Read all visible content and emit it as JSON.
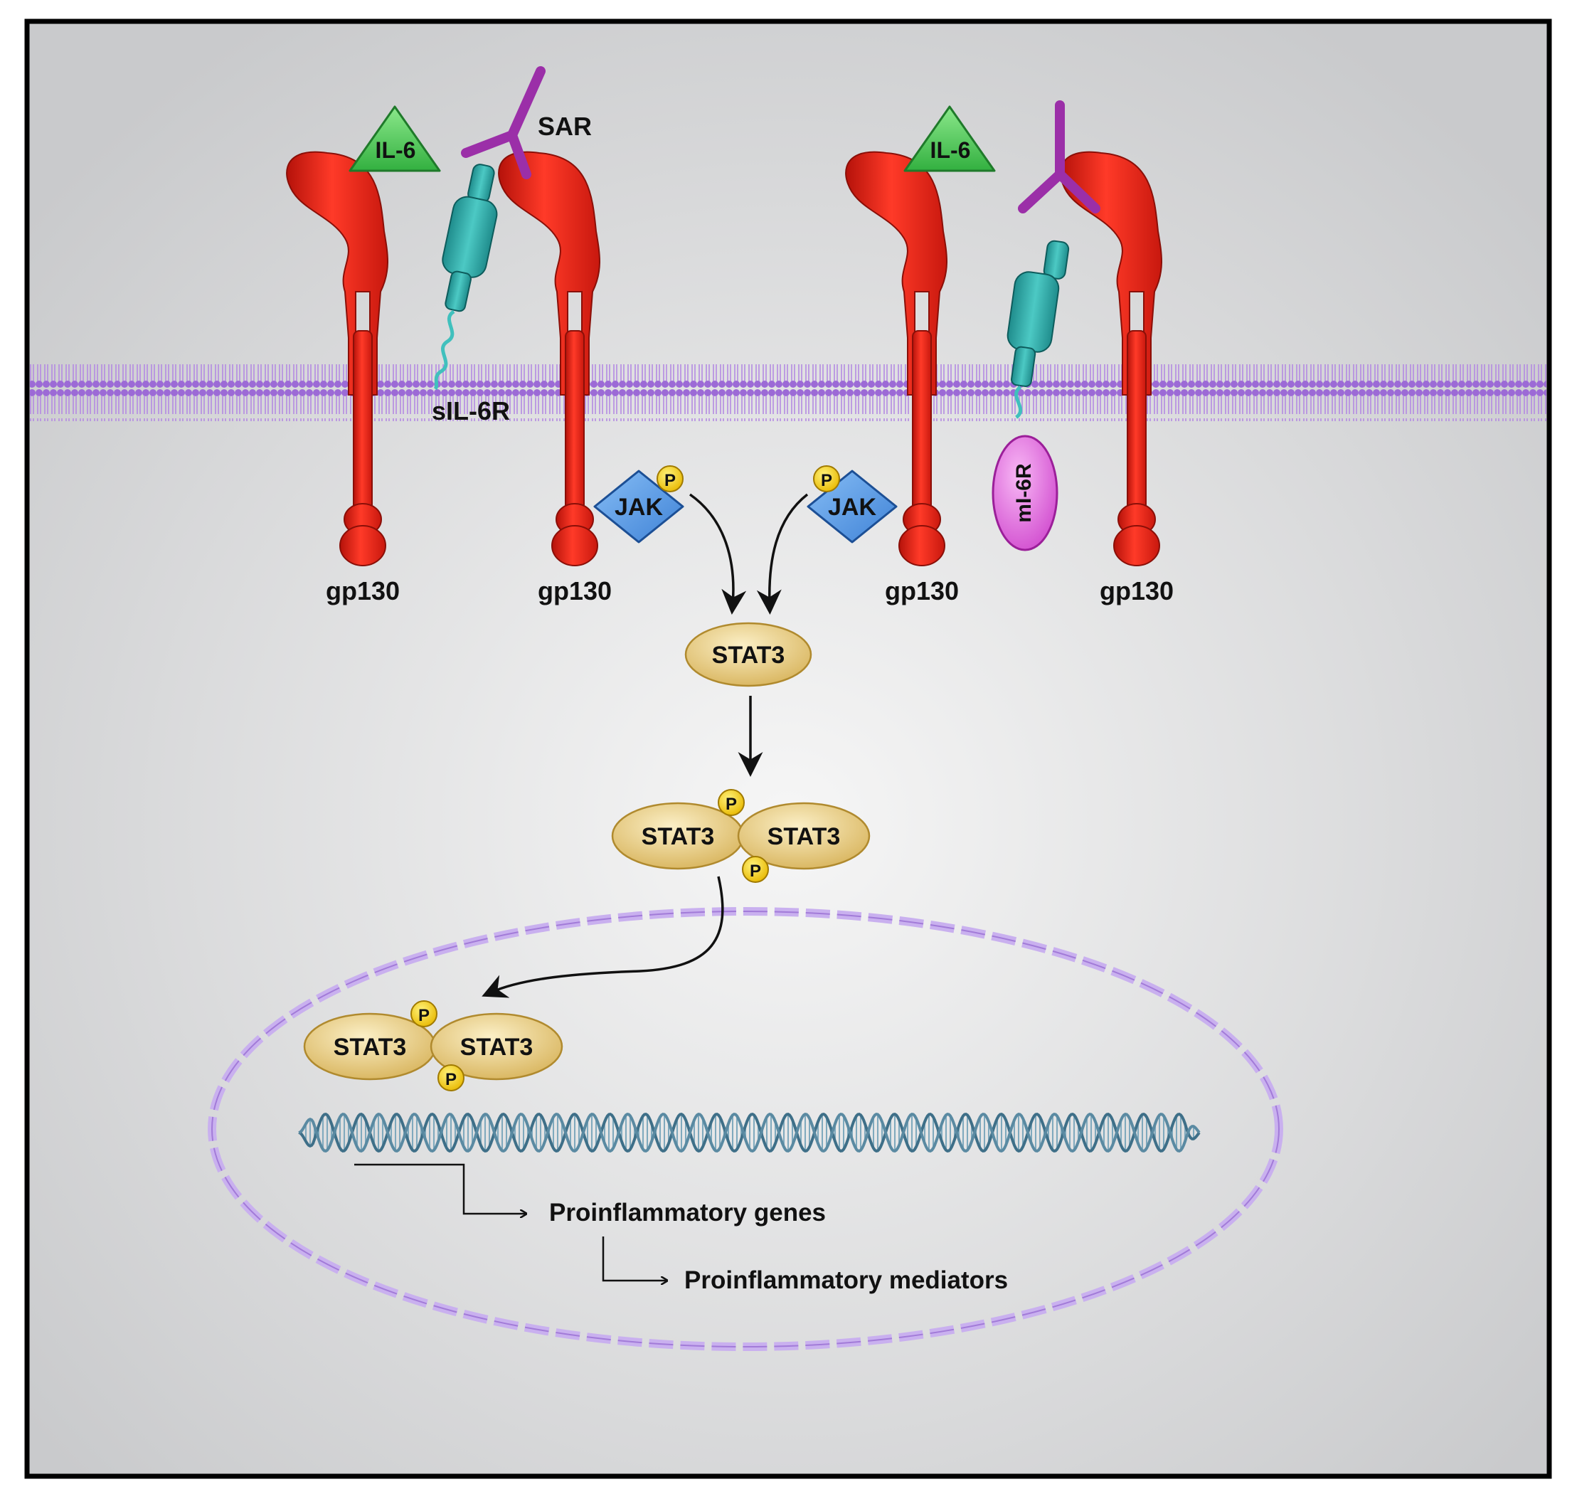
{
  "labels": {
    "sar": "SAR",
    "il6_left": "IL-6",
    "il6_right": "IL-6",
    "sil6r": "sIL-6R",
    "mil6r": "mI-6R",
    "gp130": [
      "gp130",
      "gp130",
      "gp130",
      "gp130"
    ],
    "jak_left": "JAK",
    "jak_right": "JAK",
    "phospho": "P",
    "stat3": "STAT3",
    "genes": "Proinflammatory genes",
    "mediators": "Proinflammatory mediators"
  },
  "colors": {
    "gp130": "#e8281a",
    "il6": "#5ccf5c",
    "antibody": "#9b2fa8",
    "il6r": "#2aa7a7",
    "mil6r": "#e36fe0",
    "jak": "#5d9ee8",
    "stat3": "#e8cf86",
    "phosphate": "#f5d000",
    "membrane": "#9b6bd6",
    "dna": "#4e7d96"
  }
}
